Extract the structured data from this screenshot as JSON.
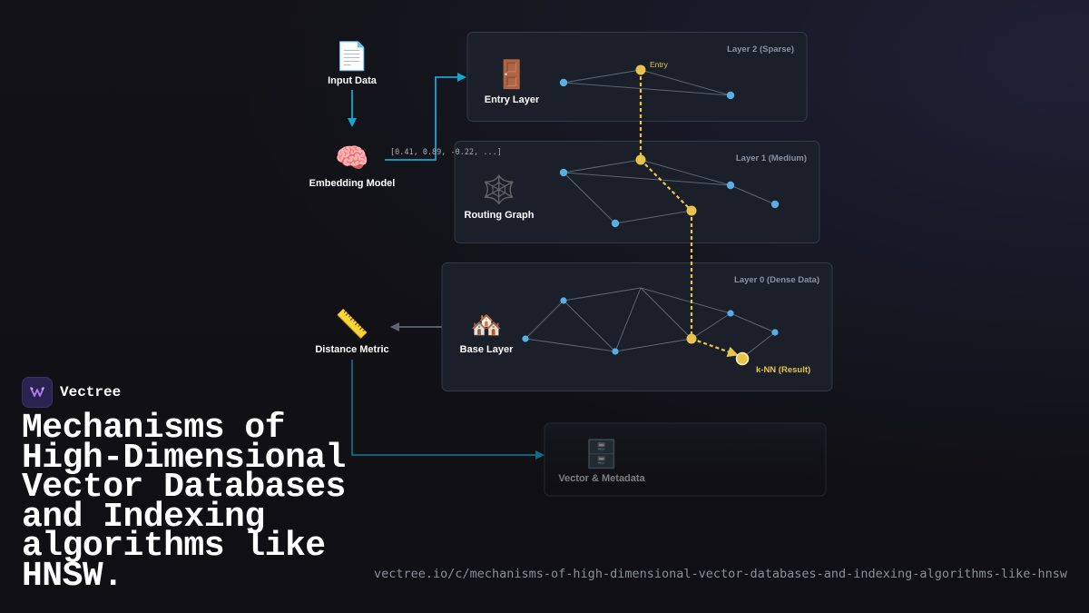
{
  "diagram": {
    "nodes": {
      "input_data": {
        "icon": "document-icon",
        "glyph": "📄",
        "label": "Input Data"
      },
      "embedding_model": {
        "icon": "brain-icon",
        "glyph": "🧠",
        "label": "Embedding Model"
      },
      "distance_metric": {
        "icon": "ruler-icon",
        "glyph": "📏",
        "label": "Distance Metric"
      },
      "entry_layer": {
        "icon": "door-icon",
        "glyph": "🚪",
        "label": "Entry Layer"
      },
      "routing_graph": {
        "icon": "web-icon",
        "glyph": "🕸️",
        "label": "Routing Graph"
      },
      "base_layer": {
        "icon": "houses-icon",
        "glyph": "🏘️",
        "label": "Base Layer"
      },
      "vector_store": {
        "icon": "file-cabinet-icon",
        "glyph": "🗄️",
        "label": "Vector & Metadata"
      }
    },
    "vector_sample": "[0.41, 0.89, -0.22, ...]",
    "layers": {
      "layer2": {
        "title": "Layer 2 (Sparse)"
      },
      "layer1": {
        "title": "Layer 1 (Medium)"
      },
      "layer0": {
        "title": "Layer 0 (Dense Data)"
      }
    },
    "entry_label": "Entry",
    "result_label": "k-NN (Result)",
    "colors": {
      "accent_cyan": "#14a5d3",
      "search_path": "#e9c44a",
      "graph_node": "#5aaee6",
      "panel_bg": "#1a1f29",
      "panel_border": "#323a48"
    }
  },
  "brand": {
    "name": "Vectree",
    "logo_icon": "vectree-logo-icon"
  },
  "headline": "Mechanisms of High-Dimensional Vector Databases and Indexing algorithms like HNSW.",
  "url": "vectree.io/c/mechanisms-of-high-dimensional-vector-databases-and-indexing-algorithms-like-hnsw"
}
